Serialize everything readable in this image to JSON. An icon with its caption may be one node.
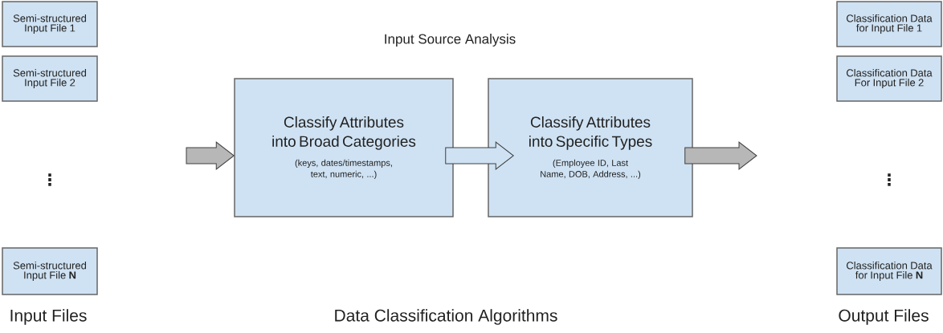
{
  "diagram": {
    "title": "Input Source Analysis",
    "nodes": [
      {
        "text": [
          "Semi-structured Input File 1"
        ]
      },
      {
        "text": [
          "Semi-structured Input File 2"
        ]
      },
      {
        "text": [
          "Semi-structured Input File **N**"
        ]
      },
      {
        "text": [
          "Classify Attributes into Broad Categories",
          "(keys, dates/timestamps, text, numeric, ...)"
        ]
      },
      {
        "text": [
          "Classify Attributes into Specific Types",
          "(Employee ID, Last Name, DOB, Address, ...)"
        ]
      },
      {
        "text": [
          "Classification Data for Input File 1"
        ]
      },
      {
        "text": [
          "Classification Data For Input File 2"
        ]
      },
      {
        "text": [
          "Classification Data for Input File **N**"
        ]
      }
    ],
    "edges": [
      {
        "from": null,
        "to": 3,
        "arrow": "to",
        "color": "#b7b7b7"
      },
      {
        "from": 3,
        "to": 4,
        "arrow": "to",
        "color": "#cfe2f3"
      },
      {
        "from": 4,
        "to": null,
        "arrow": "to",
        "color": "#b7b7b7"
      }
    ],
    "labels": [
      "⋮",
      "⋮",
      "Input Files",
      "Data Classification Algorithms",
      "Output Files"
    ]
  }
}
